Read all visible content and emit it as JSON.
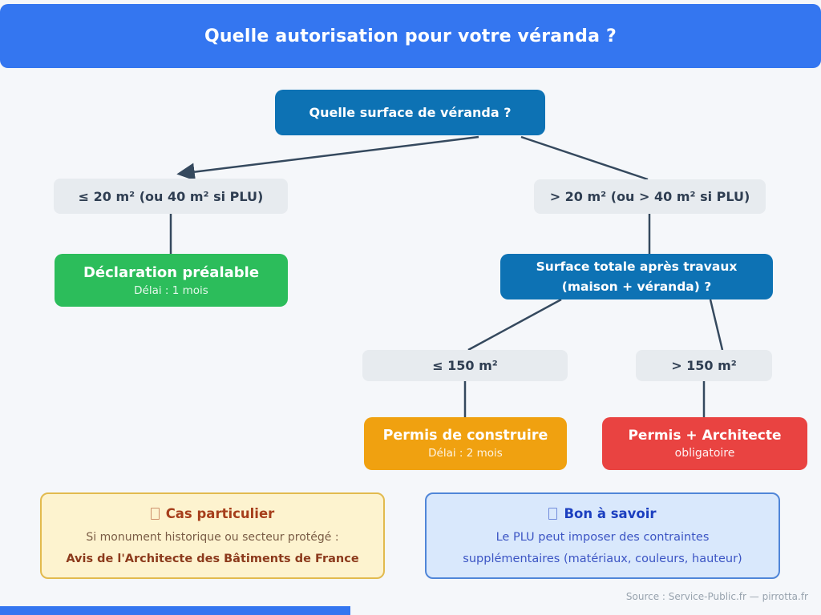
{
  "header": {
    "title": "Quelle autorisation pour votre véranda ?"
  },
  "flow": {
    "root": {
      "label": "Quelle surface de véranda ?"
    },
    "left_condition": {
      "label": "≤ 20 m² (ou 40 m² si PLU)"
    },
    "right_condition": {
      "label": "> 20 m² (ou > 40 m² si PLU)"
    },
    "declaration": {
      "title": "Déclaration préalable",
      "subtitle": "Délai : 1 mois"
    },
    "surface_totale": {
      "line1": "Surface totale après travaux",
      "line2": "(maison + véranda) ?"
    },
    "under_150": {
      "label": "≤ 150 m²"
    },
    "over_150": {
      "label": "> 150 m²"
    },
    "permis_construire": {
      "title": "Permis de construire",
      "subtitle": "Délai : 2 mois"
    },
    "permis_architecte": {
      "title": "Permis + Architecte",
      "subtitle": "obligatoire"
    }
  },
  "notes": {
    "special_case": {
      "icon": "missing-glyph-box",
      "title": "Cas particulier",
      "line1": "Si monument historique ou secteur protégé :",
      "line2": "Avis de l'Architecte des Bâtiments de France"
    },
    "good_to_know": {
      "icon": "missing-glyph-box",
      "title": "Bon à savoir",
      "line1": "Le PLU peut imposer des contraintes",
      "line2": "supplémentaires (matériaux, couleurs, hauteur)"
    }
  },
  "footer": {
    "source": "Source : Service-Public.fr — pirrotta.fr"
  },
  "colors": {
    "header_blue": "#3476f0",
    "node_blue": "#0d72b4",
    "node_green": "#2cbd5b",
    "node_orange": "#f0a110",
    "node_red": "#e94341",
    "condition_gray": "#e7ebef",
    "note_yellow_bg": "#fdf3cf",
    "note_yellow_border": "#e2ba4e",
    "note_blue_bg": "#d9e8fc",
    "note_blue_border": "#5086d8",
    "connector": "#35495e",
    "background": "#f5f7fa"
  }
}
